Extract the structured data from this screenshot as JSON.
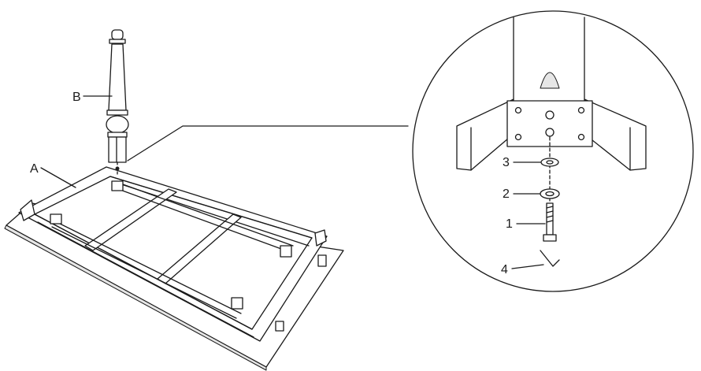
{
  "labels": {
    "part_a": "A",
    "part_b": "B",
    "part_1": "1",
    "part_2": "2",
    "part_3": "3",
    "part_4": "4"
  },
  "colors": {
    "line": "#1a1a1a",
    "background": "#ffffff"
  }
}
